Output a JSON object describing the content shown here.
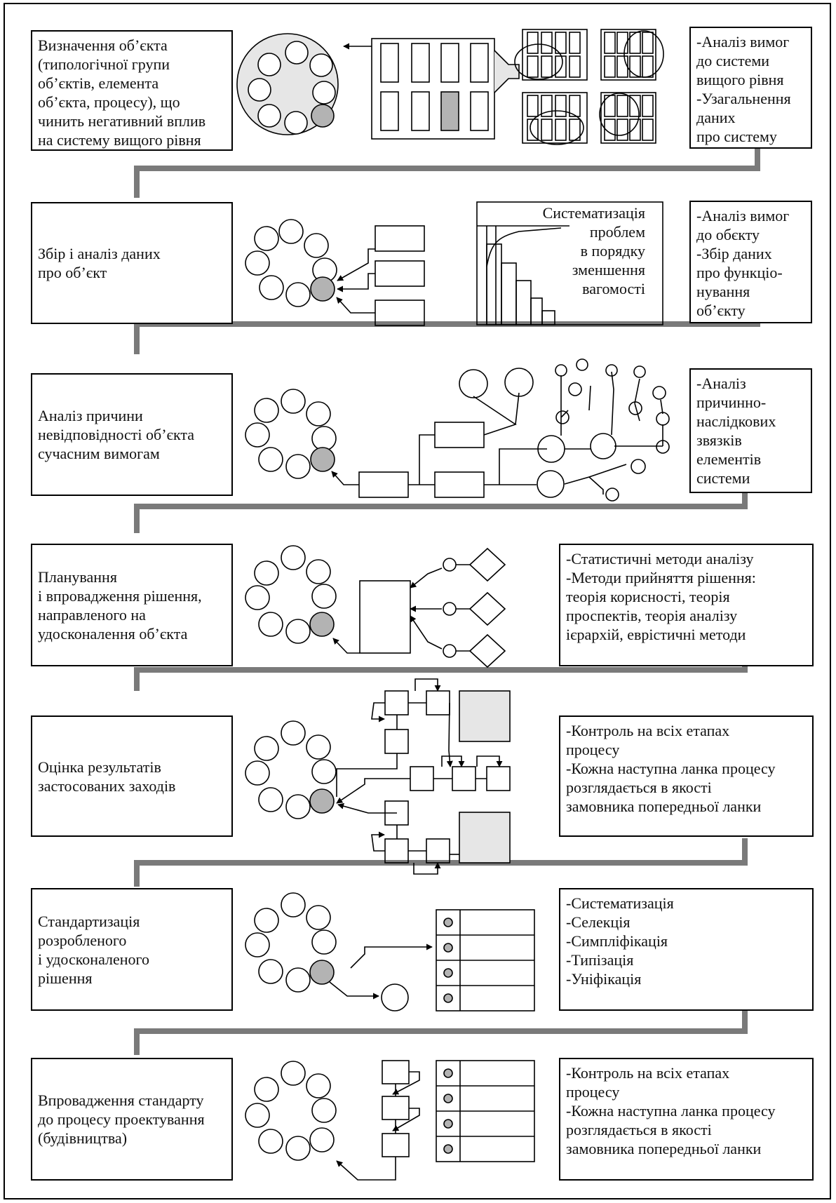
{
  "stages": [
    {
      "left": "Визначення об’єкта\n(типологічної групи\n об’єктів, елемента\nоб’єкта, процесу), що\nчинить негативний вплив\nна систему вищого рівня",
      "right": "-Аналіз вимог\nдо системи\nвищого рівня\n-Узагальнення\nданих\nпро систему"
    },
    {
      "left": "Збір і аналіз даних\nпро об’єкт",
      "right": "-Аналіз вимог\nдо обєкту\n-Збір даних\nпро функціо-\nнування\nоб’єкту"
    },
    {
      "left": "Аналіз причини\nневідповідності об’єкта\nсучасним вимогам",
      "right": "-Аналіз\nпричинно-\nнаслідкових\nзвязків\nелементів\nсистеми"
    },
    {
      "left": "Планування\nі впровадження рішення,\nнаправленого на\nудосконалення об’єкта",
      "right": "-Статистичні методи аналізу\n-Методи прийняття рішення:\nтеорія корисності, теорія\nпроспектів, теорія аналізу\nієрархій, еврістичні методи"
    },
    {
      "left": "Оцінка результатів\nзастосованих заходів",
      "right": "-Контроль на всіх етапах\nпроцесу\n-Кожна наступна ланка процесу\nрозглядається в якості\nзамовника попередньої ланки"
    },
    {
      "left": "Стандартизація\nрозробленого\nі удосконаленого\nрішення",
      "right": "-Систематизація\n-Селекція\n-Симпліфікація\n-Типізація\n-Уніфікація"
    },
    {
      "left": "Впровадження стандарту\nдо процесу проектування\n(будівництва)",
      "right": "-Контроль на всіх етапах\nпроцесу\n-Кожна наступна ланка процесу\nрозглядається в якості\nзамовника попередньої ланки"
    }
  ],
  "pareto_label": "Систематизація\nпроблем\nв порядку\nзменшення\nвагомості",
  "colors": {
    "connector": "#7a7a7a",
    "highlight": "#b3b3b3",
    "fill_light": "#e6e6e6"
  }
}
